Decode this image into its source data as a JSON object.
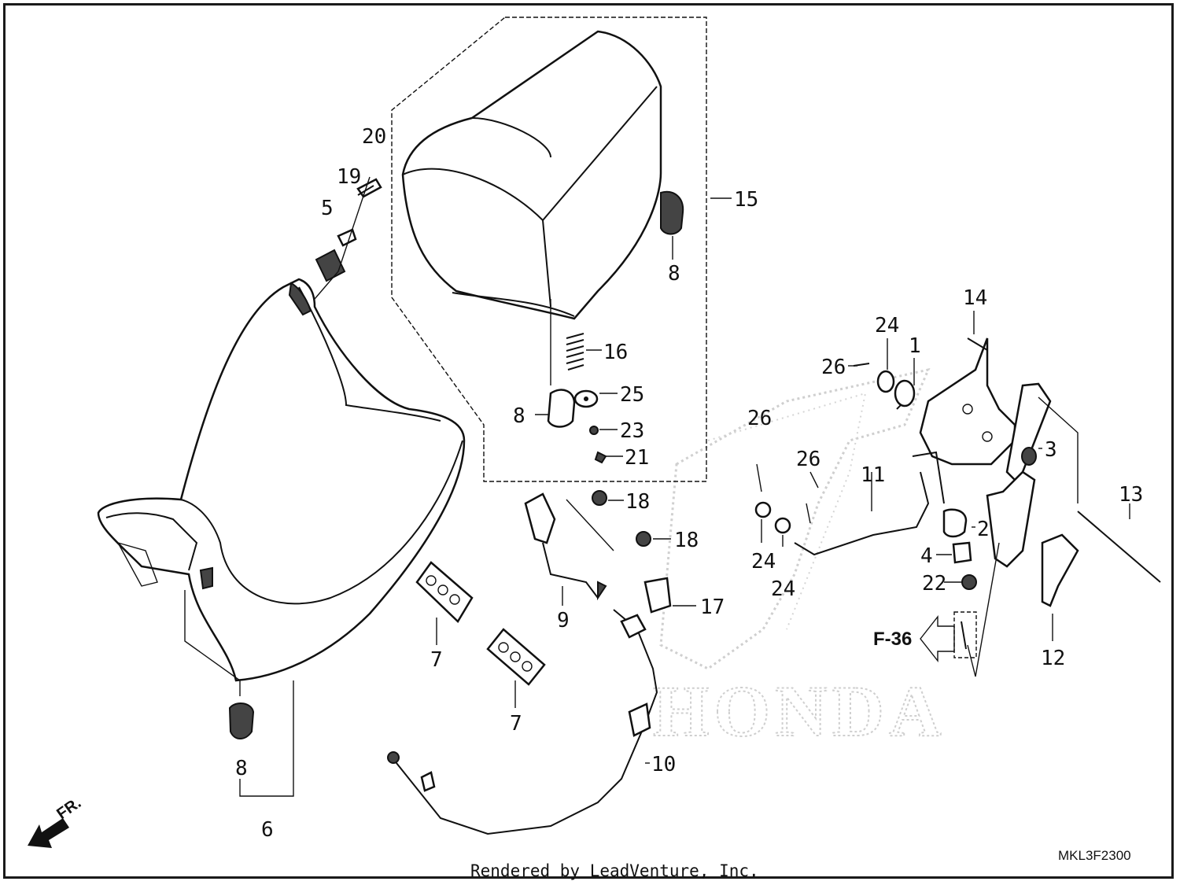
{
  "labels": [
    {
      "id": "lbl-20",
      "text": "20"
    },
    {
      "id": "lbl-19",
      "text": "19"
    },
    {
      "id": "lbl-5",
      "text": "5"
    },
    {
      "id": "lbl-15",
      "text": "15"
    },
    {
      "id": "lbl-8a",
      "text": "8"
    },
    {
      "id": "lbl-16",
      "text": "16"
    },
    {
      "id": "lbl-25",
      "text": "25"
    },
    {
      "id": "lbl-8b",
      "text": "8"
    },
    {
      "id": "lbl-23",
      "text": "23"
    },
    {
      "id": "lbl-21",
      "text": "21"
    },
    {
      "id": "lbl-18a",
      "text": "18"
    },
    {
      "id": "lbl-18b",
      "text": "18"
    },
    {
      "id": "lbl-17",
      "text": "17"
    },
    {
      "id": "lbl-9",
      "text": "9"
    },
    {
      "id": "lbl-7a",
      "text": "7"
    },
    {
      "id": "lbl-7b",
      "text": "7"
    },
    {
      "id": "lbl-10",
      "text": "10"
    },
    {
      "id": "lbl-8c",
      "text": "8"
    },
    {
      "id": "lbl-6",
      "text": "6"
    },
    {
      "id": "lbl-26a",
      "text": "26"
    },
    {
      "id": "lbl-26b",
      "text": "26"
    },
    {
      "id": "lbl-24a",
      "text": "24"
    },
    {
      "id": "lbl-24b",
      "text": "24"
    },
    {
      "id": "lbl-11",
      "text": "11"
    },
    {
      "id": "lbl-26c",
      "text": "26"
    },
    {
      "id": "lbl-24c",
      "text": "24"
    },
    {
      "id": "lbl-1",
      "text": "1"
    },
    {
      "id": "lbl-14",
      "text": "14"
    },
    {
      "id": "lbl-3",
      "text": "3"
    },
    {
      "id": "lbl-13",
      "text": "13"
    },
    {
      "id": "lbl-2",
      "text": "2"
    },
    {
      "id": "lbl-4",
      "text": "4"
    },
    {
      "id": "lbl-22",
      "text": "22"
    },
    {
      "id": "lbl-12",
      "text": "12"
    }
  ],
  "reference": "F-36",
  "front_marker": "FR.",
  "diagram_code": "MKL3F2300",
  "footer": "Rendered by LeadVenture, Inc.",
  "watermark": "HONDA"
}
